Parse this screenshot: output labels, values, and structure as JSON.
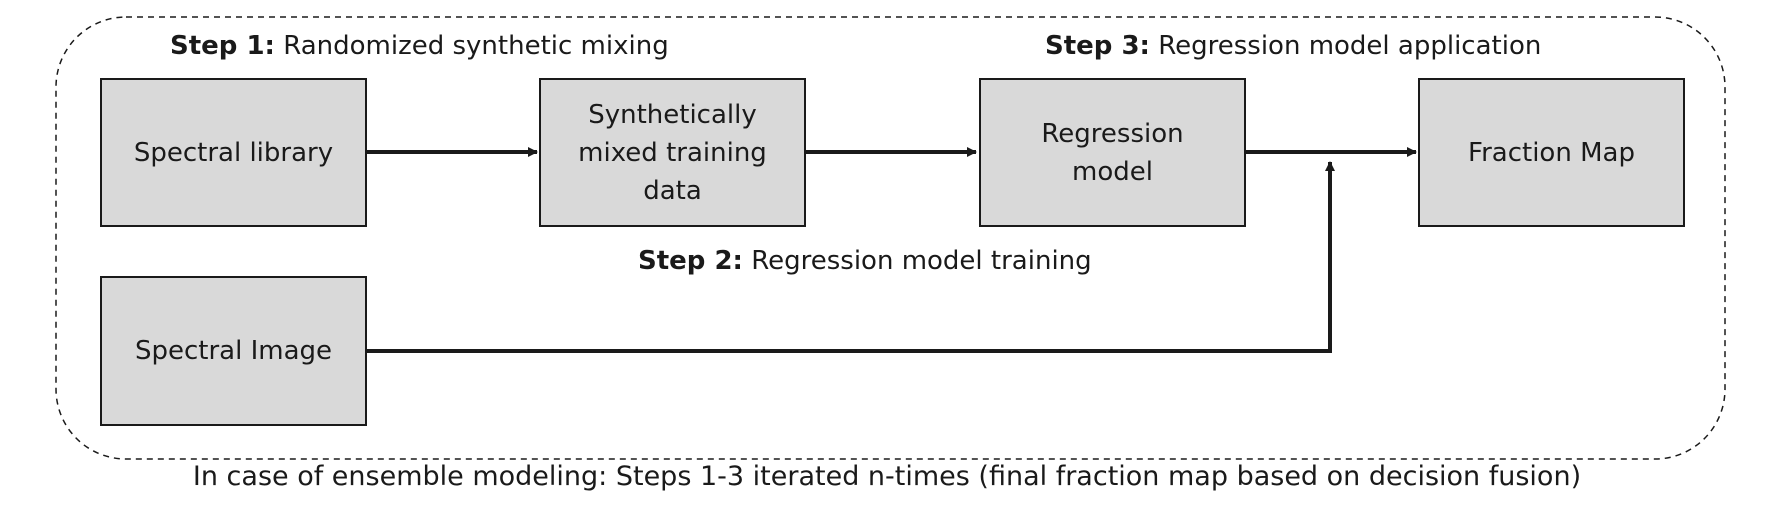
{
  "nodes": {
    "spectral_library": "Spectral library",
    "synthetic_training_data": [
      "Synthetically",
      "mixed training",
      "data"
    ],
    "regression_model": [
      "Regression",
      "model"
    ],
    "fraction_map": "Fraction Map",
    "spectral_image": "Spectral Image"
  },
  "steps": {
    "step1": {
      "prefix": "Step 1:",
      "text": "Randomized synthetic mixing"
    },
    "step2": {
      "prefix": "Step 2:",
      "text": "Regression model training"
    },
    "step3": {
      "prefix": "Step 3:",
      "text": "Regression model application"
    }
  },
  "caption": "In case of ensemble modeling: Steps 1-3 iterated n-times (final fraction map based on decision fusion)",
  "colors": {
    "box_fill": "#d9d9d9",
    "stroke": "#1a1a1a"
  }
}
